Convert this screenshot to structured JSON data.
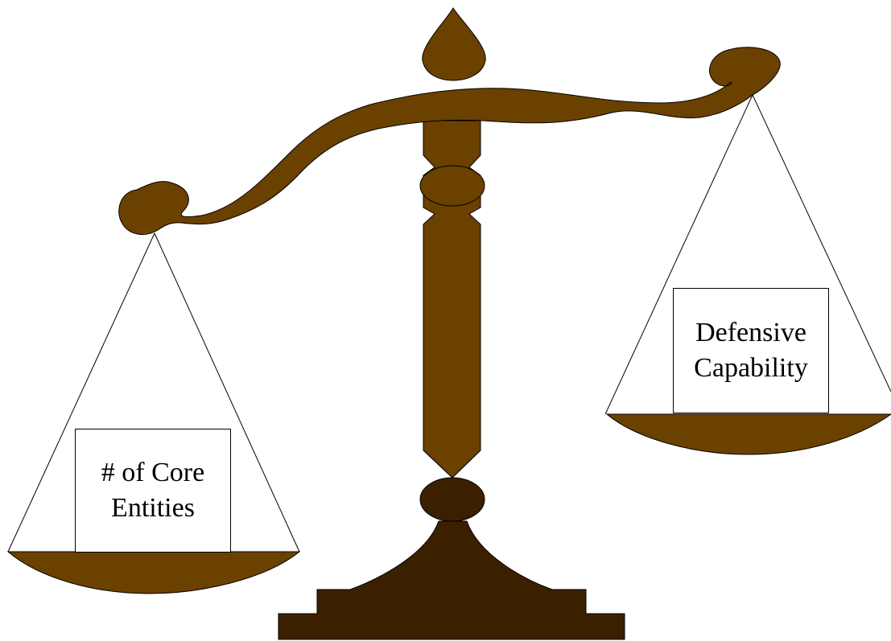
{
  "scale": {
    "colors": {
      "wood": "#6b4100",
      "base": "#3b2000",
      "outline": "#000000",
      "box_fill": "#ffffff"
    },
    "left_pan": {
      "label_lines": [
        "# of Core",
        "Entities"
      ]
    },
    "right_pan": {
      "label_lines": [
        "Defensive",
        "Capability"
      ]
    }
  }
}
